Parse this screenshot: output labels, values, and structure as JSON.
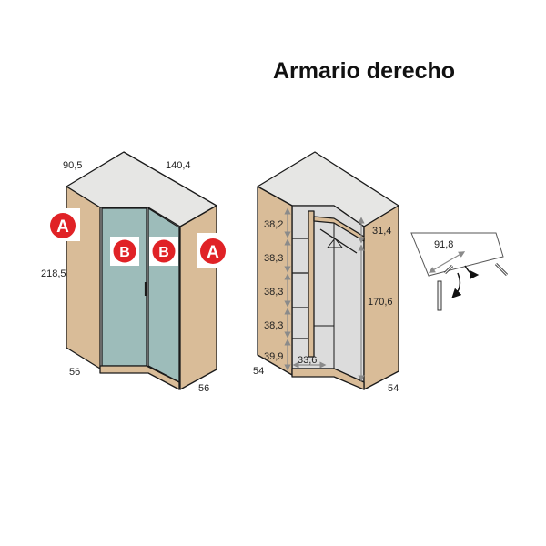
{
  "title": "Armario derecho",
  "colors": {
    "side_panel": "#d9bc98",
    "top_panel": "#e6e6e4",
    "door": "#9dbcba",
    "interior": "#dcdcdc",
    "badge": "#e02226",
    "outline": "#1a1a1a"
  },
  "left_view": {
    "dimensions": {
      "top_left": "90,5",
      "top_right": "140,4",
      "height": "218,5",
      "depth_left": "56",
      "depth_right": "56"
    },
    "labels": {
      "side_left": "A",
      "door_left": "B",
      "door_right": "B",
      "side_right": "A"
    }
  },
  "right_view": {
    "dimensions": {
      "shelf_1": "38,2",
      "shelf_2": "38,3",
      "shelf_3": "38,3",
      "shelf_4": "38,3",
      "shelf_5": "39,9",
      "bottom_width": "33,6",
      "upper_right": "31,4",
      "hanging_height": "170,6",
      "depth_left": "54",
      "depth_right": "54"
    }
  },
  "door_diagram": {
    "dimension": "91,8"
  }
}
